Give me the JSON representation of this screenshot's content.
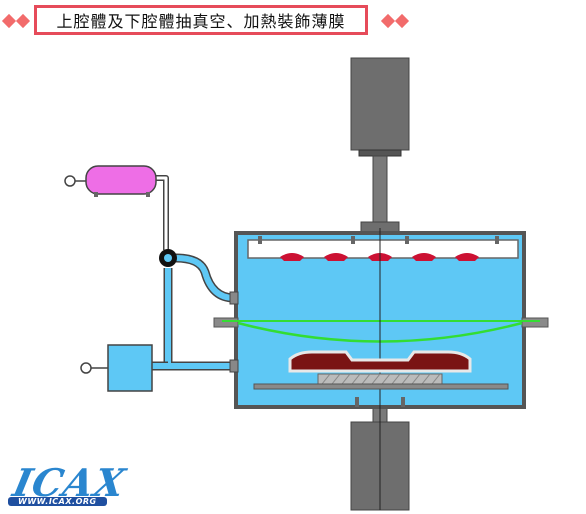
{
  "header": {
    "title": "上腔體及下腔體抽真空、加熱裝飾薄膜"
  },
  "logo": {
    "wordmark": "ICAX",
    "url": "WWW.ICAX.ORG"
  },
  "colors": {
    "banner_border": "#e64b5a",
    "diamond": "#f26b6b",
    "chamber_fill": "#5ec8f5",
    "cylinder_gray": "#6e6e6e",
    "tank_magenta": "#ee6ee6",
    "film_green": "#33dd33",
    "heater_red": "#cc1133",
    "mold_brown": "#7a1414",
    "logo_blue": "#2a86cf"
  },
  "icons": {
    "tank": "air-tank-icon",
    "valve": "valve-icon",
    "pump": "vacuum-pump-icon"
  }
}
